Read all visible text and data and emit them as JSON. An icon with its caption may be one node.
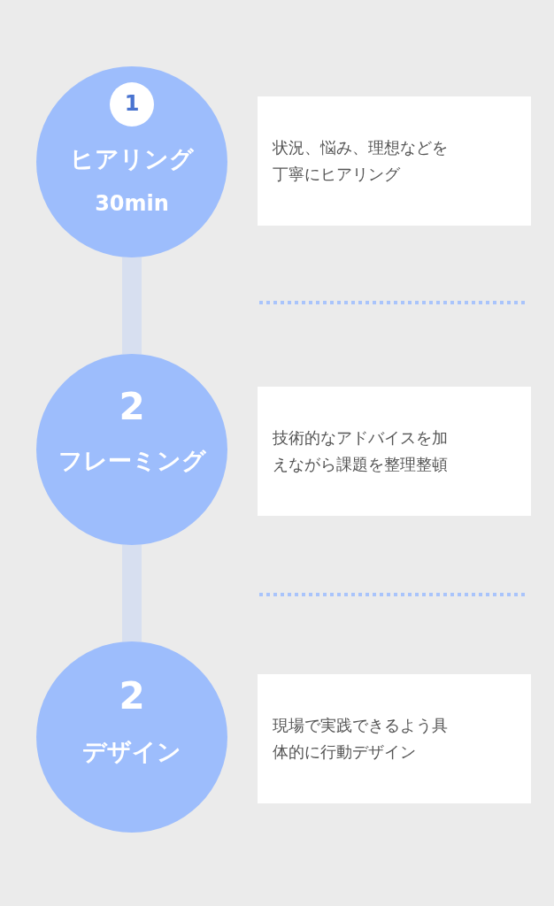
{
  "diagram": {
    "nodes": [
      {
        "text": [
          "ヒアリング",
          "30min"
        ]
      },
      {
        "text": [
          "1"
        ],
        "in": 0
      },
      {
        "text": [
          "状況、悩み、理想などを丁寧にヒアリング"
        ]
      },
      {
        "text": [
          "2",
          "フレーミング"
        ]
      },
      {
        "text": [
          "技術的なアドバイスを加えながら課題を整理整頓"
        ]
      },
      {
        "text": [
          "2",
          "デザイン"
        ]
      },
      {
        "text": [
          "現場で実践できるよう具体的に行動デザイン"
        ]
      }
    ],
    "edges": [
      {
        "from": 0,
        "to": 3,
        "arrow": "none"
      },
      {
        "from": 3,
        "to": 5,
        "arrow": "none"
      }
    ]
  }
}
